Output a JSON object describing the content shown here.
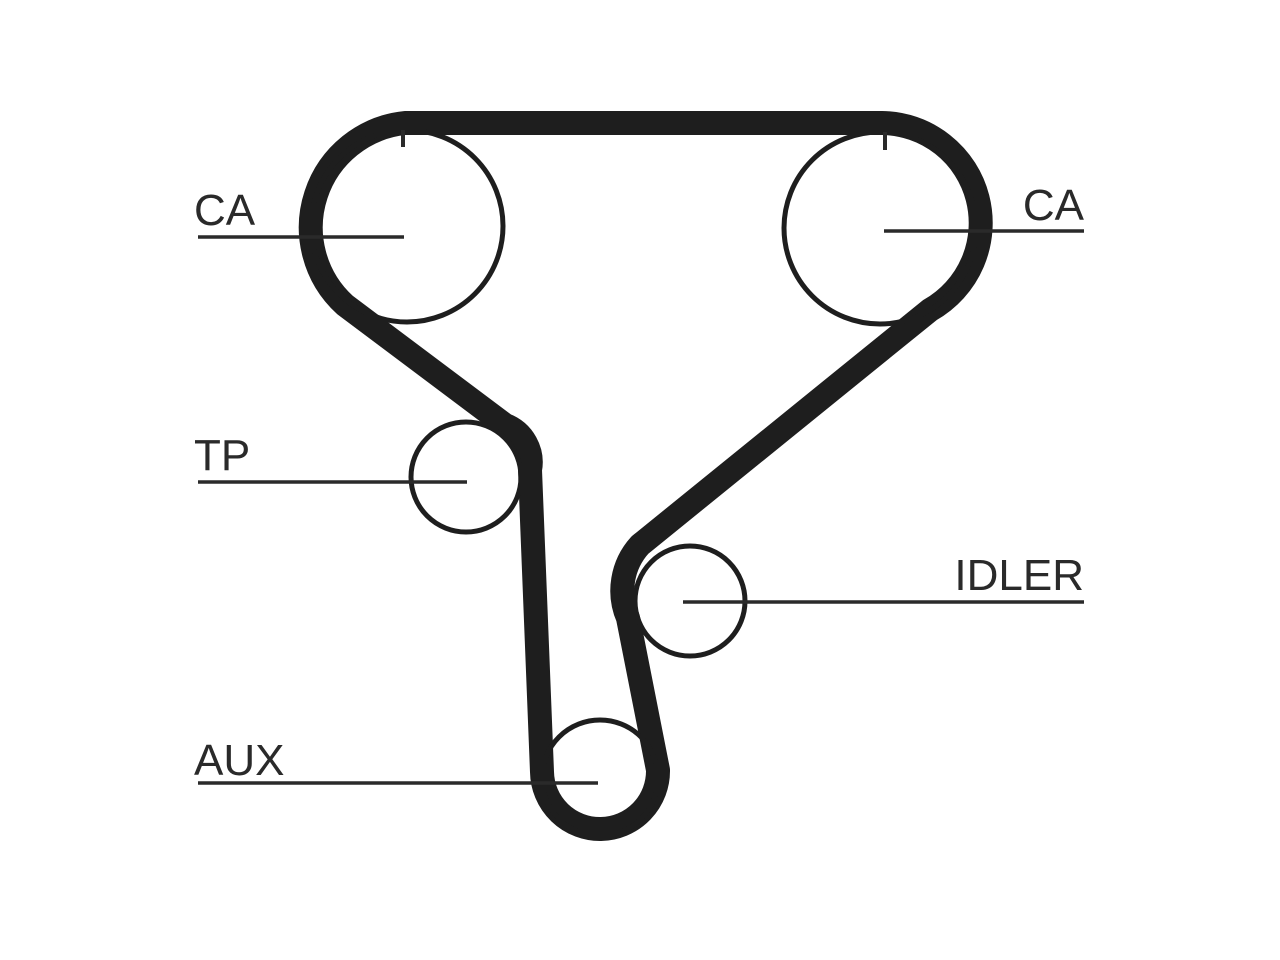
{
  "labels": {
    "cam_left": "CA",
    "cam_right": "CA",
    "tensioner": "TP",
    "idler": "IDLER",
    "auxiliary": "AUX"
  },
  "colors": {
    "belt": "#1e1e1e",
    "line": "#2a2a2a",
    "background": "#ffffff"
  }
}
